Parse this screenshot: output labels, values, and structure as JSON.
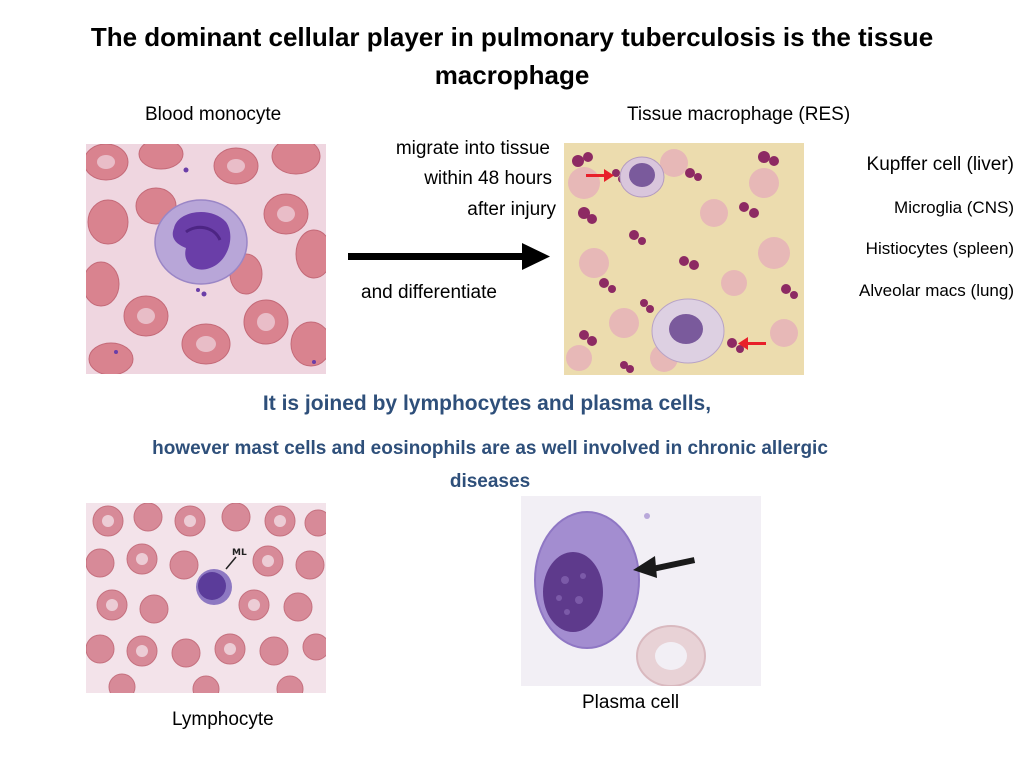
{
  "slide": {
    "title": "The dominant cellular player in pulmonary tuberculosis is the tissue macrophage",
    "left_image_label": "Blood monocyte",
    "right_image_label": "Tissue macrophage (RES)",
    "arrow_text_top": [
      "migrate into tissue",
      "within 48 hours",
      "after injury"
    ],
    "arrow_text_bottom": "and differentiate",
    "macrophage_types": [
      "Kupffer cell (liver)",
      "Microglia (CNS)",
      "Histiocytes (spleen)",
      "Alveolar macs (lung)"
    ],
    "subheading_1": "It is joined by lymphocytes and plasma cells,",
    "subheading_2": "however mast cells and eosinophils are as well involved  in chronic allergic diseases",
    "lymphocyte_label": "Lymphocyte",
    "lymphocyte_marker": "ML",
    "plasma_cell_label": "Plasma cell"
  },
  "colors": {
    "subheading": "#2e4f7a",
    "arrow": "#000000",
    "pointer_red": "#e8202a"
  },
  "icons": {
    "process_arrow": "right-arrow-icon",
    "pointer_arrows": "red-pointer-arrow-icon"
  }
}
